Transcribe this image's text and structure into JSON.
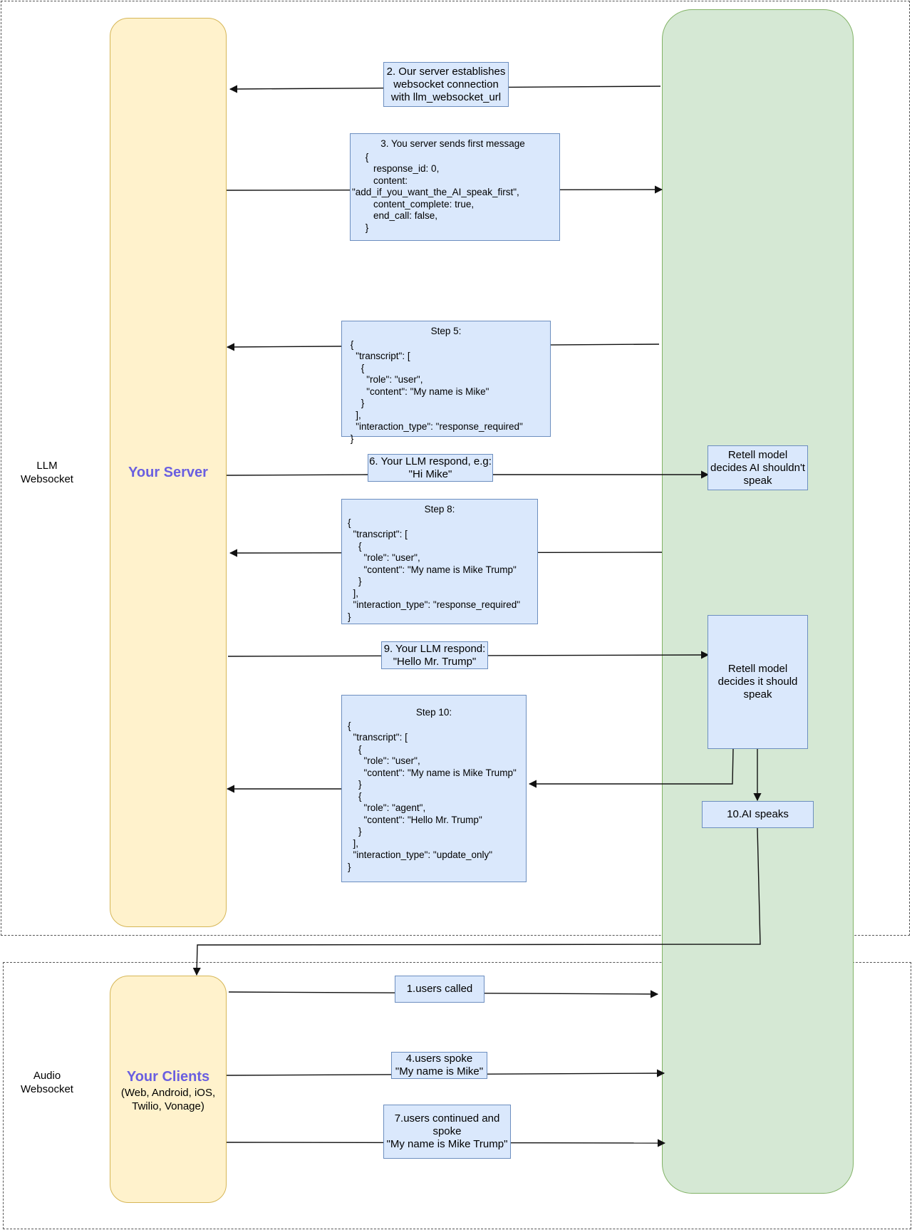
{
  "regions": {
    "llm": {
      "label": "LLM\nWebsocket"
    },
    "audio": {
      "label": "Audio\nWebsocket"
    }
  },
  "lanes": {
    "server": {
      "title": "Your Server"
    },
    "clients": {
      "title": "Your Clients",
      "subtitle": "(Web, Android, iOS,\nTwilio, Vonage)"
    }
  },
  "steps": {
    "step2": "2. Our server establishes\nwebsocket connection\nwith llm_websocket_url",
    "step3": {
      "heading": "3. You server sends first message",
      "body": "     {\n        response_id: 0,\n        content:\n\"add_if_you_want_the_AI_speak_first\",\n        content_complete: true,\n        end_call: false,\n     }"
    },
    "step5": {
      "heading": "Step 5:",
      "body": " {\n   \"transcript\": [\n     {\n       \"role\": \"user\",\n       \"content\": \"My name is Mike\"\n     }\n   ],\n   \"interaction_type\": \"response_required\"\n }"
    },
    "step6": "6. Your LLM respond, e.g:\n\"Hi Mike\"",
    "decide_no": "Retell model\ndecides AI shouldn't\nspeak",
    "step8": {
      "heading": "Step 8:",
      "body": "{\n  \"transcript\": [\n    {\n      \"role\": \"user\",\n      \"content\": \"My name is Mike Trump\"\n    }\n  ],\n  \"interaction_type\": \"response_required\"\n}"
    },
    "step9": "9. Your LLM respond:\n\"Hello Mr. Trump\"",
    "decide_yes": "Retell model\ndecides it should\nspeak",
    "step10": {
      "heading": "Step 10:",
      "body": "{\n  \"transcript\": [\n    {\n      \"role\": \"user\",\n      \"content\": \"My name is Mike Trump\"\n    }\n    {\n      \"role\": \"agent\",\n      \"content\": \"Hello Mr. Trump\"\n    }\n  ],\n  \"interaction_type\": \"update_only\"\n}"
    },
    "ai_speaks": "10.AI speaks",
    "step1": "1.users called",
    "step4": "4.users spoke\n\"My name is Mike\"",
    "step7": "7.users continued and\nspoke\n\"My name is Mike Trump\""
  },
  "colors": {
    "lane_yellow_fill": "#fff2cc",
    "lane_green_fill": "#d5e8d4",
    "box_fill": "#dae8fc",
    "box_border": "#6c8ebf",
    "lane_title": "#6a5fe0"
  }
}
